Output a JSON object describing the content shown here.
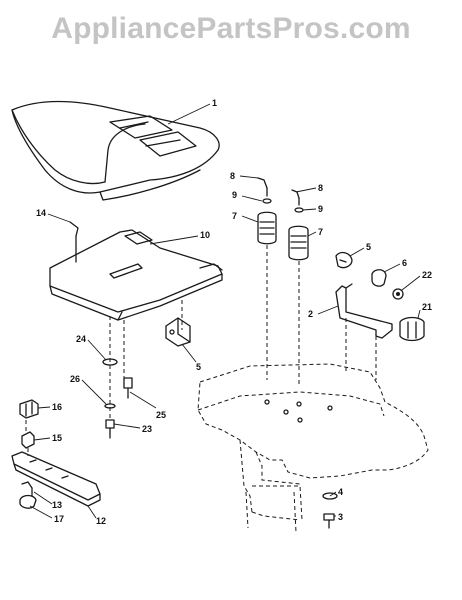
{
  "watermark": {
    "text": "AppliancePartsPros.com"
  },
  "colors": {
    "line": "#1a1a1a",
    "watermark": "#c4c4c4",
    "background": "#ffffff"
  },
  "callouts": [
    {
      "id": "c1",
      "text": "1"
    },
    {
      "id": "c8a",
      "text": "8"
    },
    {
      "id": "c8b",
      "text": "8"
    },
    {
      "id": "c9a",
      "text": "9"
    },
    {
      "id": "c9b",
      "text": "9"
    },
    {
      "id": "c7a",
      "text": "7"
    },
    {
      "id": "c7b",
      "text": "7"
    },
    {
      "id": "c14",
      "text": "14"
    },
    {
      "id": "c10",
      "text": "10"
    },
    {
      "id": "c5a",
      "text": "5"
    },
    {
      "id": "c6",
      "text": "6"
    },
    {
      "id": "c22",
      "text": "22"
    },
    {
      "id": "c2",
      "text": "2"
    },
    {
      "id": "c21",
      "text": "21"
    },
    {
      "id": "c5b",
      "text": "5"
    },
    {
      "id": "c24",
      "text": "24"
    },
    {
      "id": "c26",
      "text": "26"
    },
    {
      "id": "c25",
      "text": "25"
    },
    {
      "id": "c16",
      "text": "16"
    },
    {
      "id": "c15",
      "text": "15"
    },
    {
      "id": "c23",
      "text": "23"
    },
    {
      "id": "c4",
      "text": "4"
    },
    {
      "id": "c3",
      "text": "3"
    },
    {
      "id": "c13",
      "text": "13"
    },
    {
      "id": "c17",
      "text": "17"
    },
    {
      "id": "c12",
      "text": "12"
    }
  ]
}
